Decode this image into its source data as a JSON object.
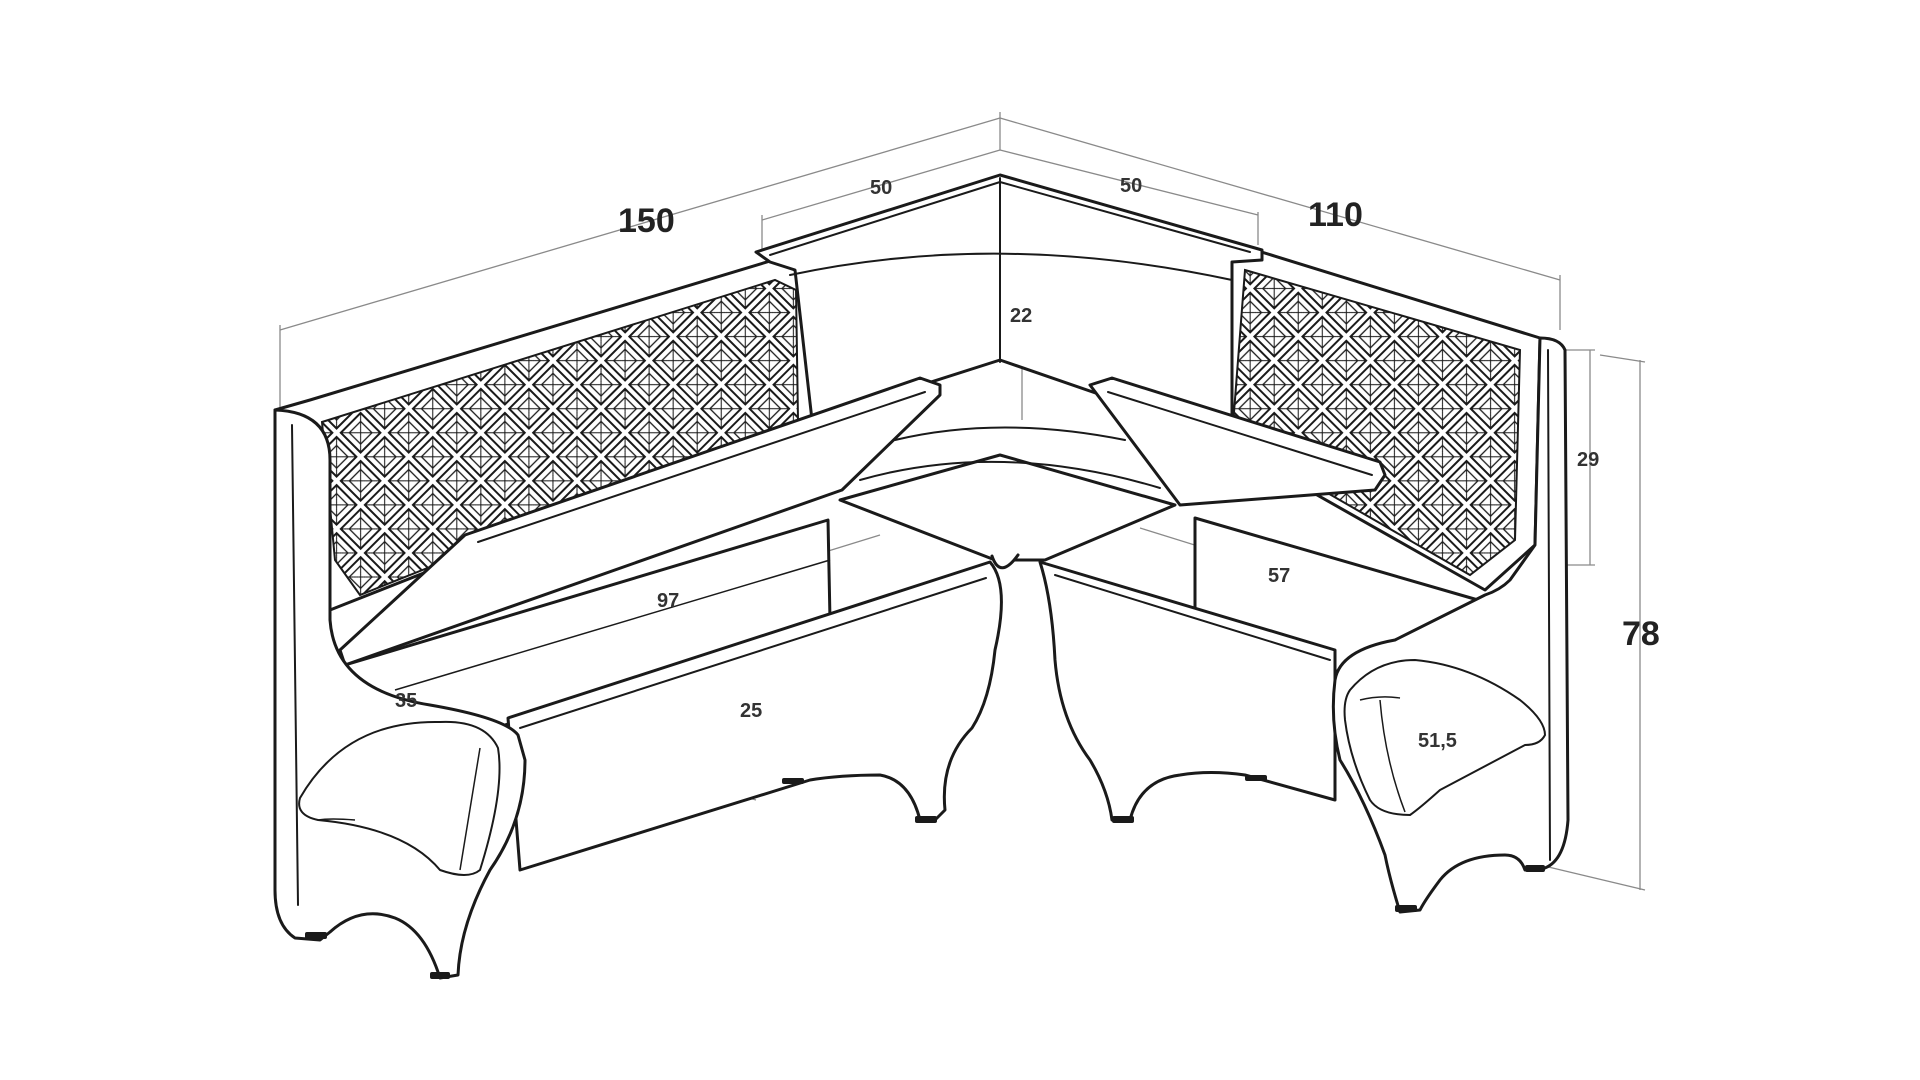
{
  "dimensions": {
    "total_left_length": "150",
    "total_right_length": "110",
    "corner_left_width": "50",
    "corner_right_width": "50",
    "corner_back_height": "22",
    "backrest_height": "29",
    "total_height": "78",
    "left_seat_length": "97",
    "left_seat_depth": "35",
    "left_drawer_height": "25",
    "right_seat_length": "57",
    "right_side_depth": "51,5"
  },
  "colors": {
    "line": "#1a1a1a",
    "dimension_line": "#8a8a8a",
    "background": "#ffffff"
  }
}
